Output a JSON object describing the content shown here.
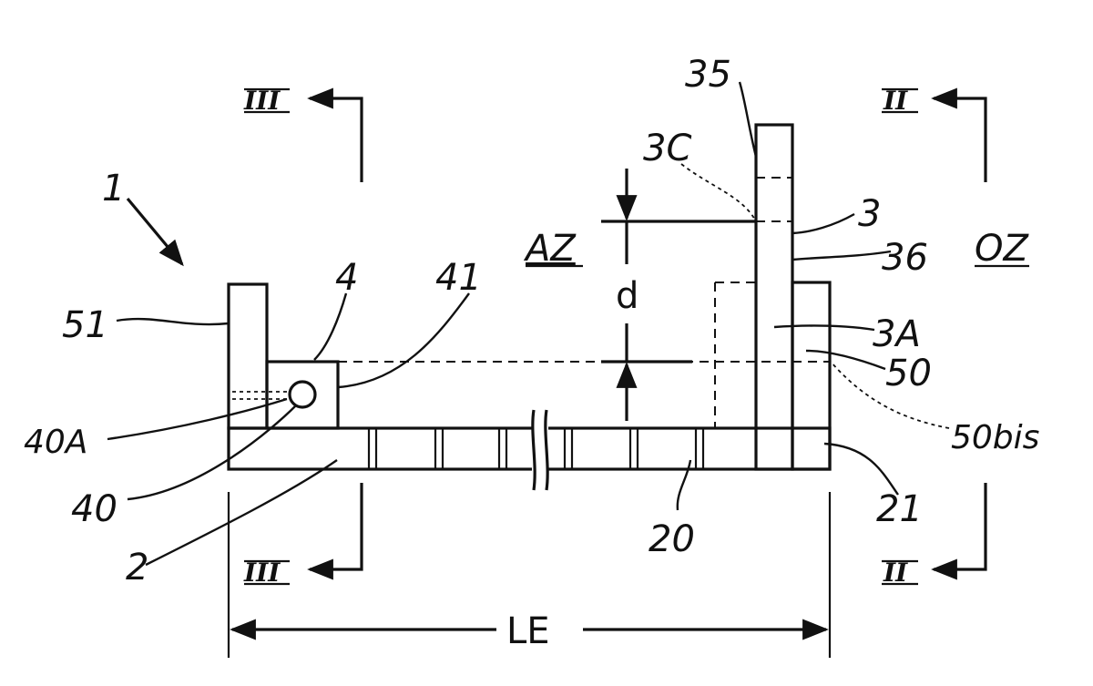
{
  "drawing": {
    "labels": {
      "device": "1",
      "base": "2",
      "upright": "3",
      "lower_upright": "3A",
      "upright_ref": "3C",
      "fitting": "4",
      "hole": "40",
      "hole_extension": "40A",
      "axis": "41",
      "base_rail": "20",
      "base_end": "21",
      "top": "35",
      "side": "36",
      "stop": "50",
      "stop_bis": "50bis",
      "end_wall": "51",
      "zone_left": "AZ",
      "zone_right": "OZ",
      "distance": "d",
      "length": "LE",
      "section_left": "III",
      "section_right": "II"
    }
  }
}
